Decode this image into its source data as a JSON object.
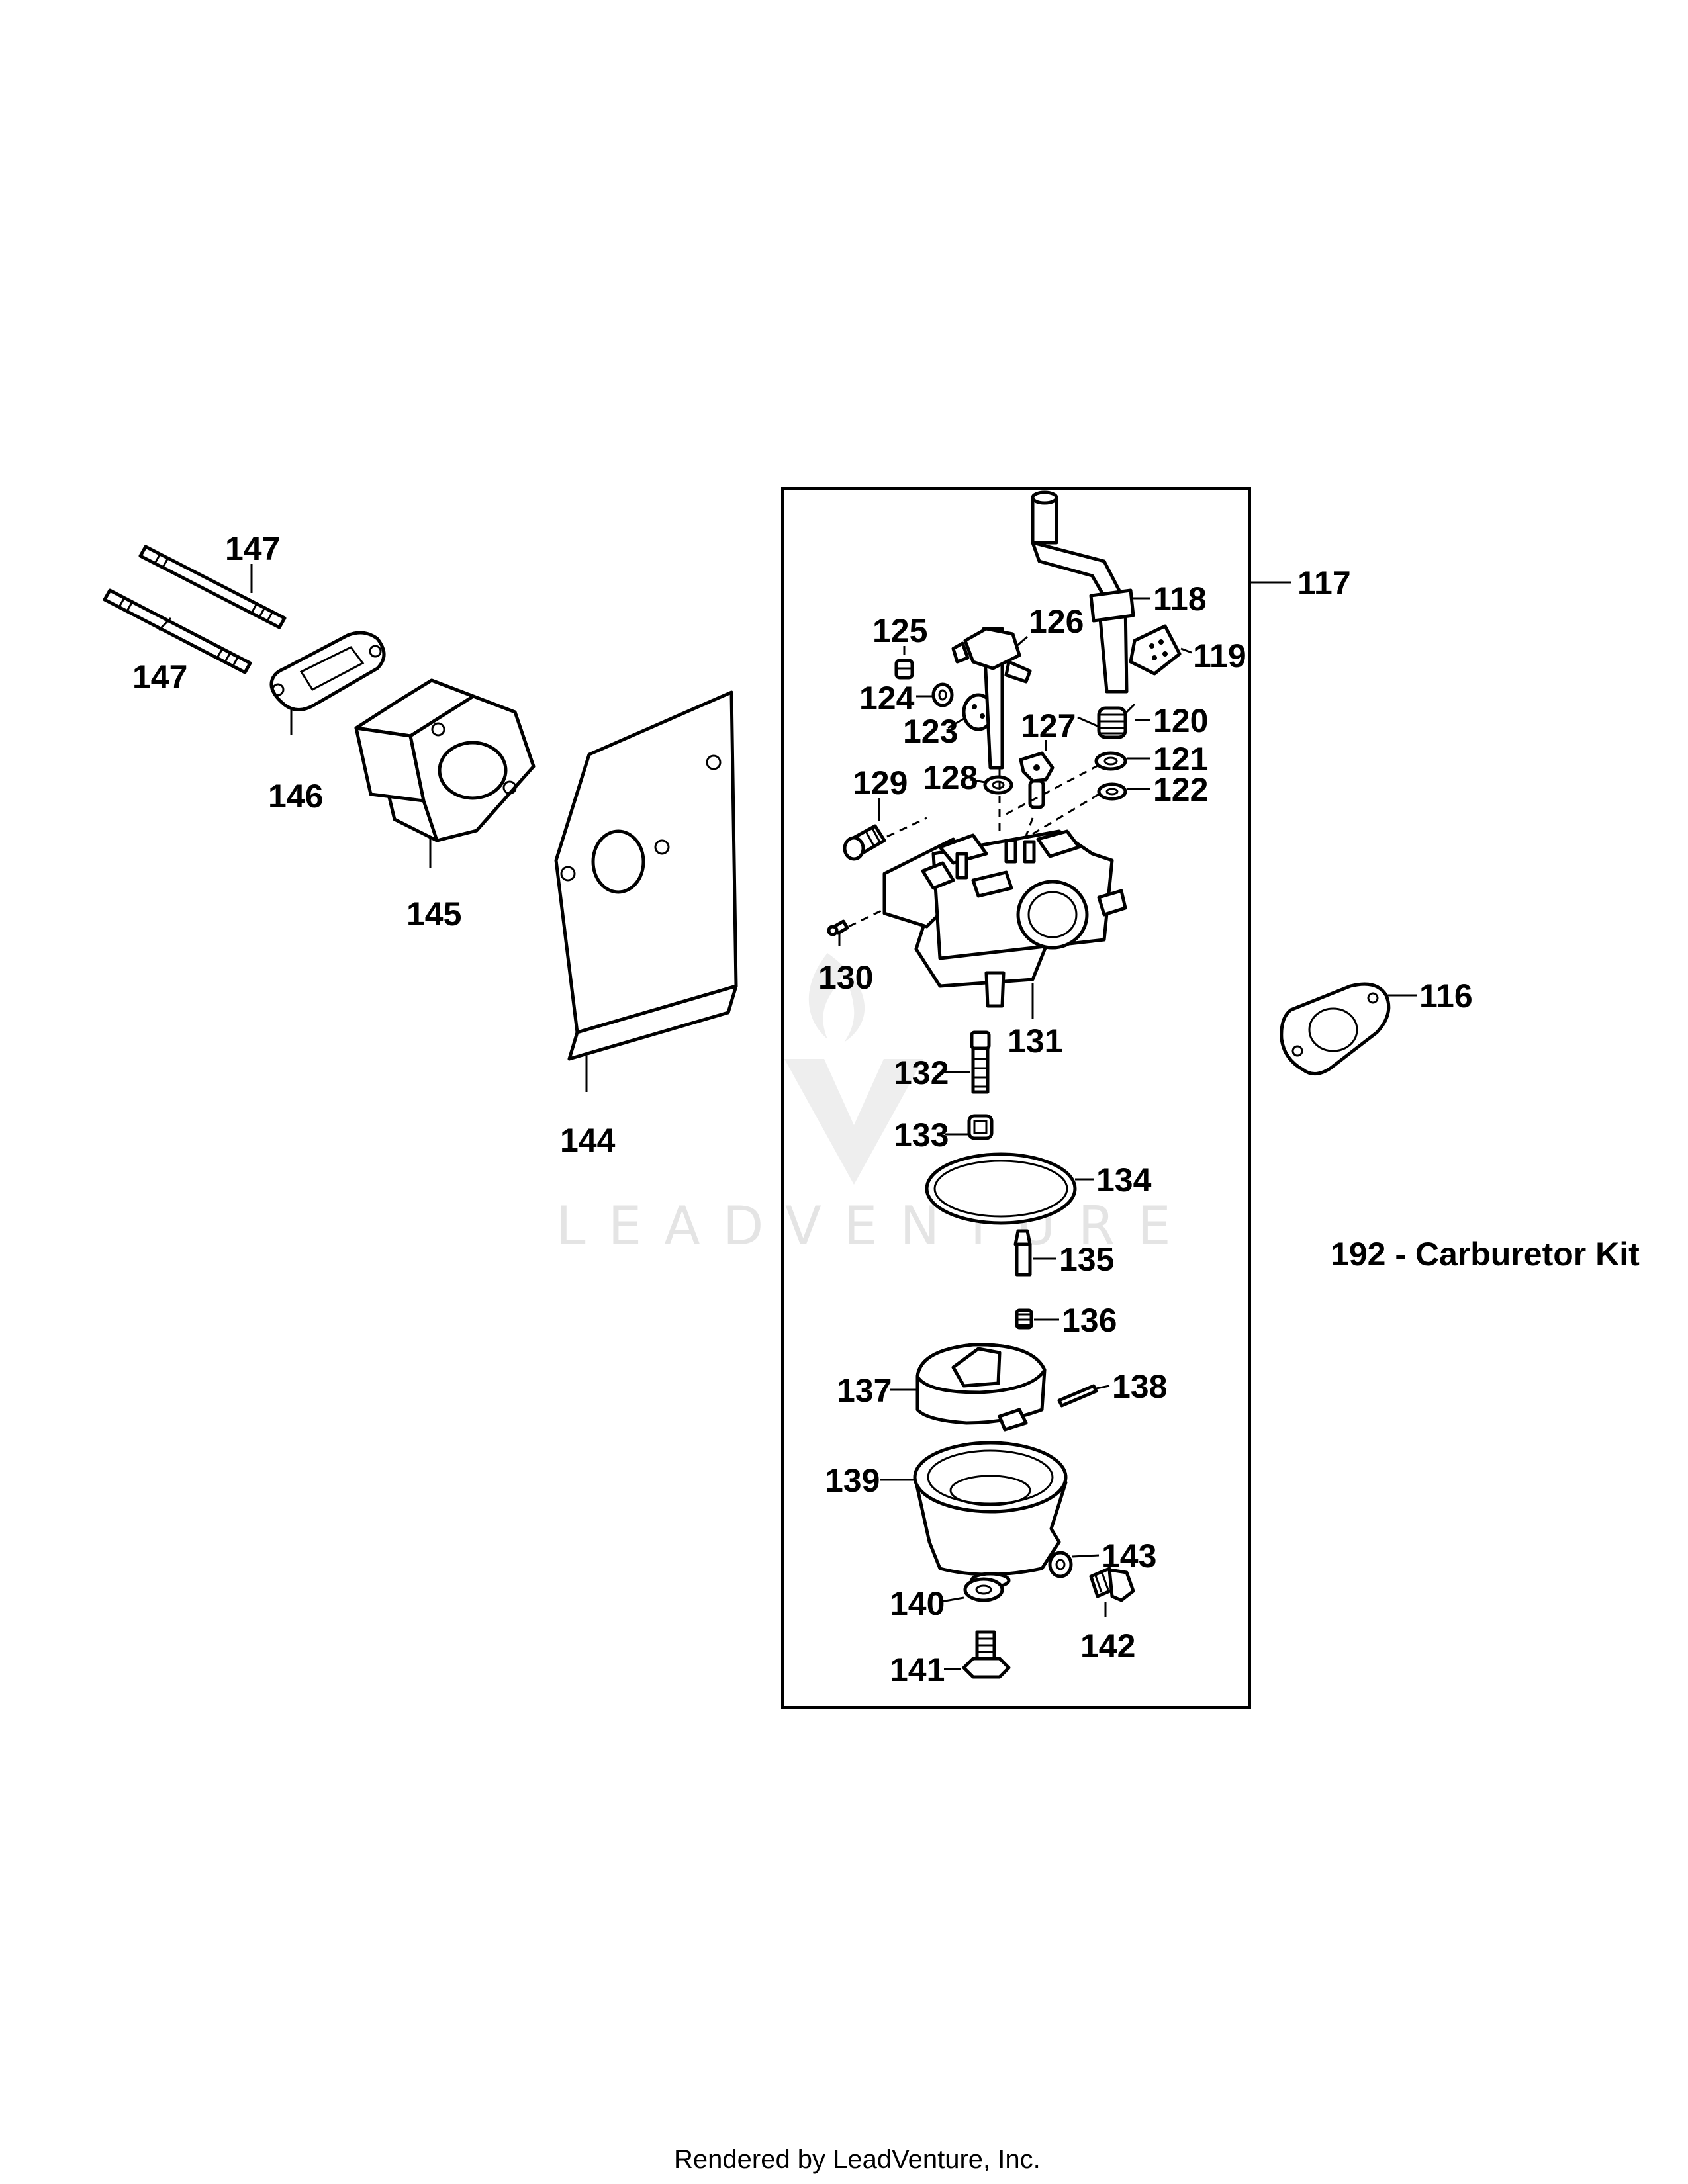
{
  "callouts": {
    "c116": "116",
    "c117": "117",
    "c118": "118",
    "c119": "119",
    "c120": "120",
    "c121": "121",
    "c122": "122",
    "c123": "123",
    "c124": "124",
    "c125": "125",
    "c126": "126",
    "c127": "127",
    "c128": "128",
    "c129": "129",
    "c130": "130",
    "c131": "131",
    "c132": "132",
    "c133": "133",
    "c134": "134",
    "c135": "135",
    "c136": "136",
    "c137": "137",
    "c138": "138",
    "c139": "139",
    "c140": "140",
    "c141": "141",
    "c142": "142",
    "c143": "143",
    "c144": "144",
    "c145": "145",
    "c146": "146",
    "c147a": "147",
    "c147b": "147"
  },
  "kit_note": "192 - Carburetor Kit",
  "watermark": "LEADVENTURE",
  "footer": "Rendered by LeadVenture, Inc."
}
